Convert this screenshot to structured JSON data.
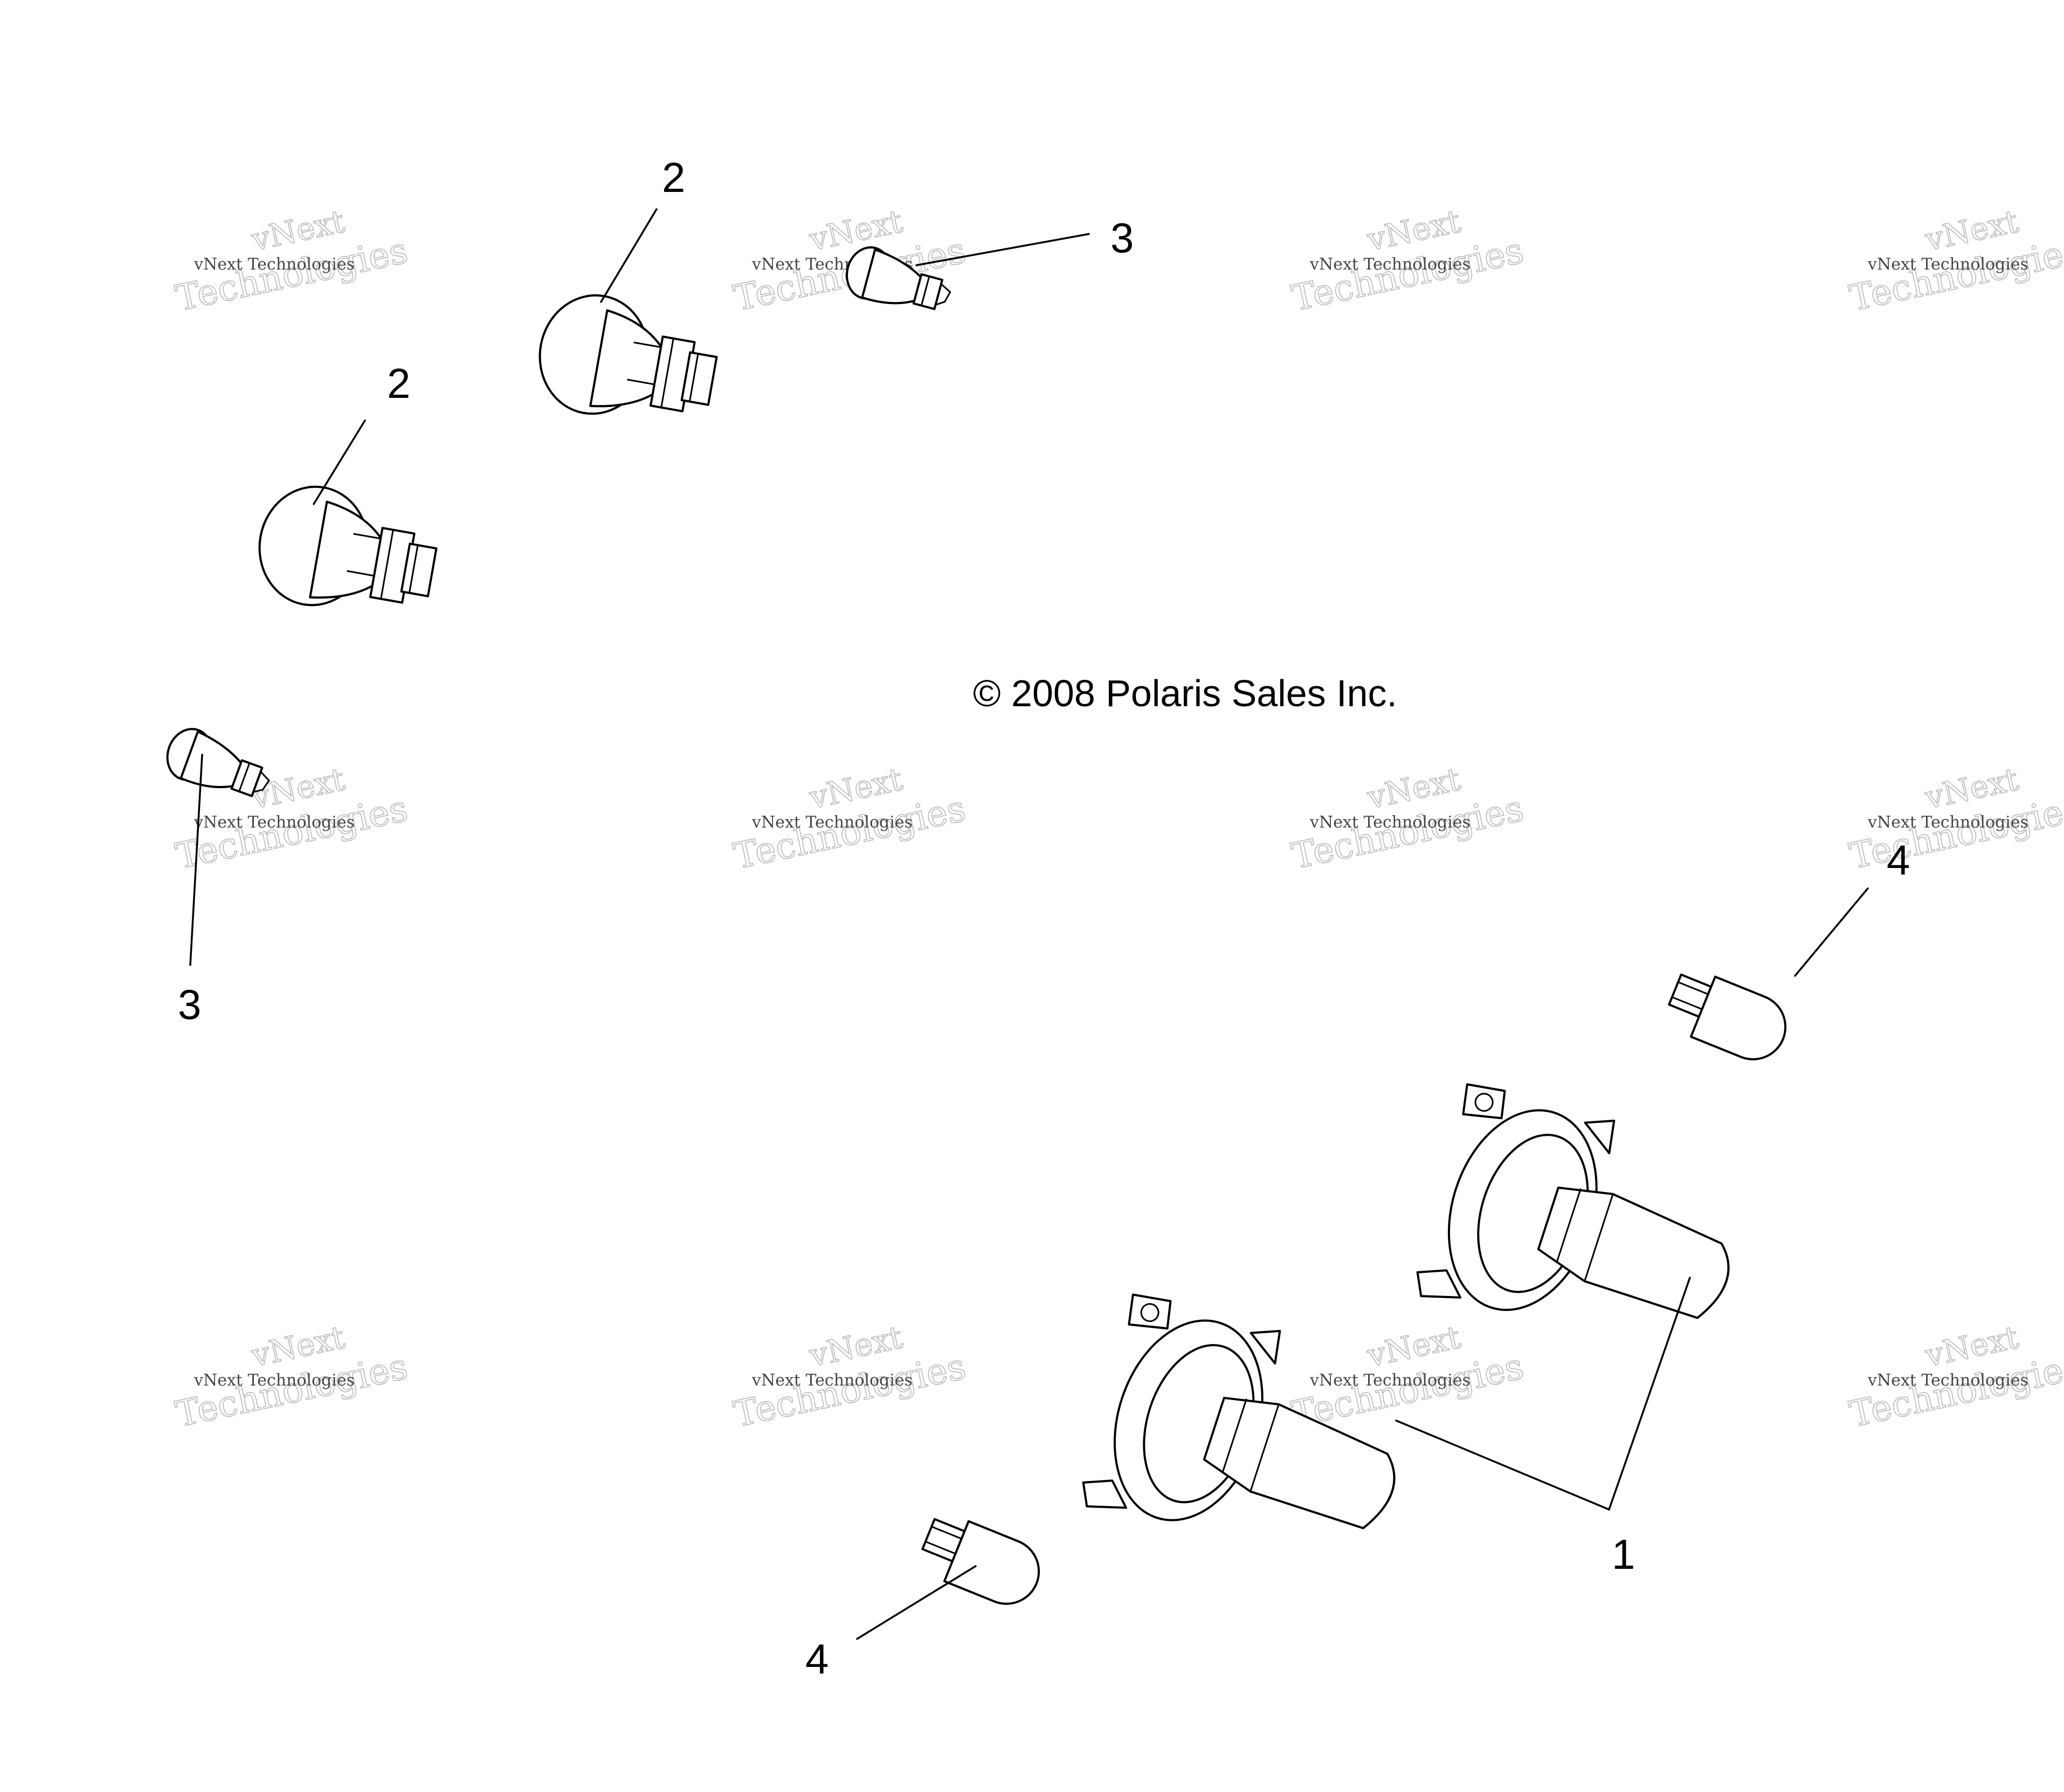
{
  "callouts": {
    "c1": "1",
    "c2a": "2",
    "c2b": "2",
    "c3a": "3",
    "c3b": "3",
    "c4a": "4",
    "c4b": "4"
  },
  "copyright": "© 2008 Polaris Sales Inc.",
  "watermark": {
    "line_small": "vNext Technologies",
    "line_big_1": "vNext",
    "line_big_2": "Technologies"
  },
  "colors": {
    "line": "#000000",
    "background": "#ffffff",
    "watermark": "#b8b8b8"
  }
}
